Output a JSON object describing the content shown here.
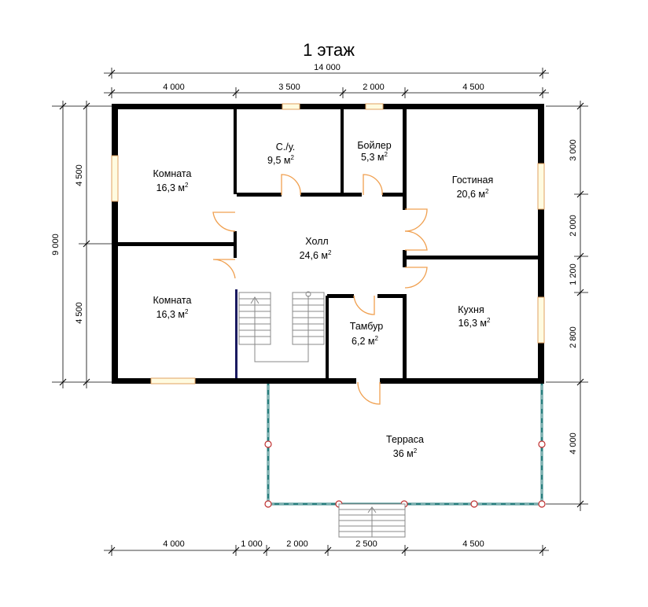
{
  "title": "1 этаж",
  "area_unit": "м",
  "area_unit_exp": "2",
  "dimensions": {
    "total_top": "14 000",
    "top": [
      "4 000",
      "3 500",
      "2 000",
      "4 500"
    ],
    "bottom": [
      "4 000",
      "1 000",
      "2 000",
      "2 500",
      "4 500"
    ],
    "left_total": "9 000",
    "left": [
      "4 500",
      "4 500"
    ],
    "right": [
      "3 000",
      "2 000",
      "1 200",
      "2 800",
      "4 000"
    ]
  },
  "rooms": [
    {
      "id": "komnata-1",
      "name": "Комната",
      "area": "16,3"
    },
    {
      "id": "su",
      "name": "С./у.",
      "area": "9,5"
    },
    {
      "id": "boiler",
      "name": "Бойлер",
      "area": "5,3"
    },
    {
      "id": "gostinaya",
      "name": "Гостиная",
      "area": "20,6"
    },
    {
      "id": "holl",
      "name": "Холл",
      "area": "24,6"
    },
    {
      "id": "komnata-2",
      "name": "Комната",
      "area": "16,3"
    },
    {
      "id": "tambur",
      "name": "Тамбур",
      "area": "6,2"
    },
    {
      "id": "kuhnya",
      "name": "Кухня",
      "area": "16,3"
    },
    {
      "id": "terrasa",
      "name": "Терраса",
      "area": "36"
    }
  ]
}
